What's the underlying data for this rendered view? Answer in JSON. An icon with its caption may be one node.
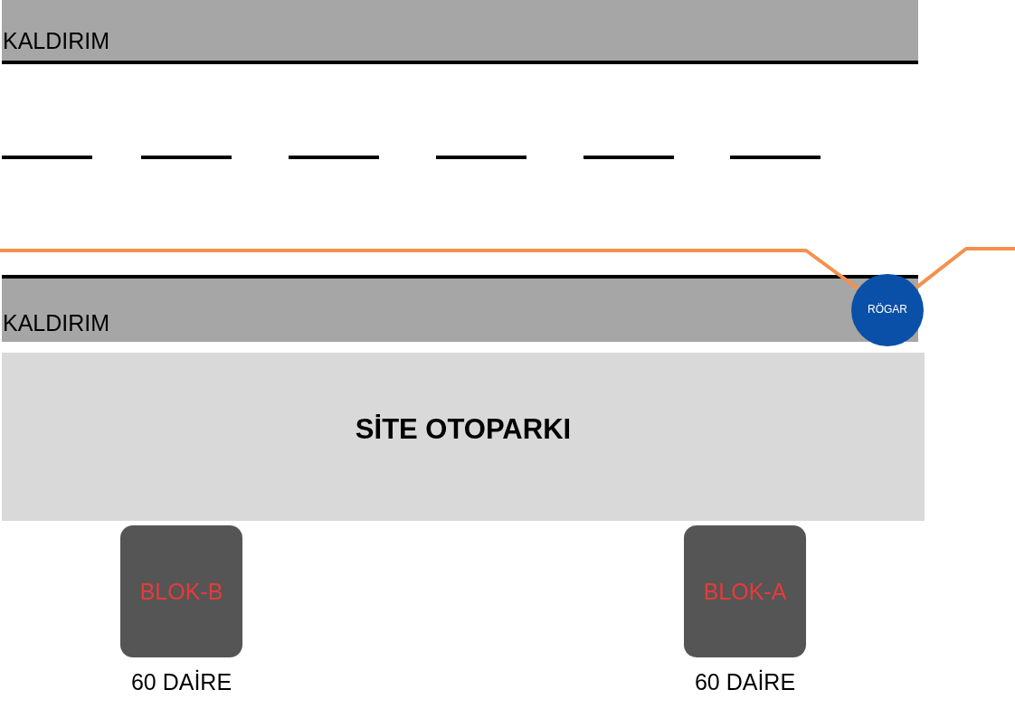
{
  "diagram": {
    "nodes": [
      {
        "text": [
          "KALDIRIM"
        ]
      },
      {
        "text": [
          "KALDIRIM"
        ]
      },
      {
        "text": [
          "RÖGAR"
        ]
      },
      {
        "text": [
          "SİTE OTOPARKI"
        ]
      },
      {
        "text": [
          "BLOK-B"
        ],
        "beside": [
          "60 DAİRE"
        ]
      },
      {
        "text": [
          "BLOK-A"
        ],
        "beside": [
          "60 DAİRE"
        ]
      }
    ],
    "edges": [
      {
        "from": null,
        "to": 2,
        "arrow": "none"
      },
      {
        "from": 2,
        "to": null,
        "arrow": "none"
      }
    ]
  }
}
